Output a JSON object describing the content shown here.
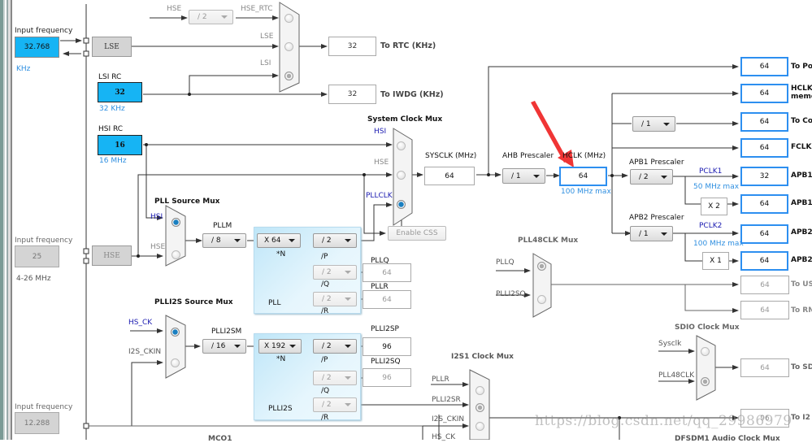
{
  "left_panel": {
    "lse_input": {
      "label": "Input frequency",
      "value": "32.768",
      "unit": "KHz"
    },
    "hse_input": {
      "label": "Input frequency",
      "value": "25",
      "range": "4-26 MHz"
    },
    "i2s_input": {
      "label": "Input frequency",
      "value": "12.288"
    }
  },
  "sources": {
    "lse": "LSE",
    "hse": "HSE",
    "lsi": {
      "title": "LSI RC",
      "value": "32",
      "unit": "32 KHz"
    },
    "hsi": {
      "title": "HSI RC",
      "value": "16",
      "unit": "16 MHz"
    }
  },
  "rtc": {
    "hse_label": "HSE",
    "div_value": "/ 2",
    "hse_rtc_label": "HSE_RTC",
    "lse_label": "LSE",
    "lsi_label": "LSI",
    "rtc_value": "32",
    "rtc_label": "To RTC (KHz)",
    "iwdg_value": "32",
    "iwdg_label": "To IWDG (KHz)"
  },
  "pll_source_mux": {
    "title": "PLL Source Mux",
    "inputs": [
      "HSI",
      "HSE"
    ],
    "selected": "HSI"
  },
  "pll": {
    "m_label": "PLLM",
    "m_value": "/ 8",
    "n_value": "X 64",
    "n_label": "*N",
    "p_value": "/ 2",
    "p_label": "/P",
    "q_value": "/ 2",
    "q_label": "/Q",
    "r_value": "/ 2",
    "r_label": "/R",
    "title": "PLL",
    "pllq_label": "PLLQ",
    "pllq_value": "64",
    "pllr_label": "PLLR",
    "pllr_value": "64"
  },
  "system_clock_mux": {
    "title": "System Clock Mux",
    "inputs": [
      "HSI",
      "HSE",
      "PLLCLK"
    ],
    "selected": "PLLCLK",
    "enable_css": "Enable CSS",
    "sysclk_label": "SYSCLK (MHz)",
    "sysclk_value": "64"
  },
  "ahb": {
    "prescaler_label": "AHB Prescaler",
    "prescaler_value": "/ 1",
    "hclk_label": "HCLK (MHz)",
    "hclk_value": "64",
    "hclk_max": "100 MHz max"
  },
  "cortex_div": "/ 1",
  "apb1": {
    "label": "APB1 Prescaler",
    "value": "/ 2",
    "pclk_label": "PCLK1",
    "max": "50 MHz max",
    "timer_mult": "X 2"
  },
  "apb2": {
    "label": "APB2 Prescaler",
    "value": "/ 1",
    "pclk_label": "PCLK2",
    "max": "100 MHz max",
    "timer_mult": "X 1"
  },
  "outputs": [
    {
      "value": "64",
      "label": "To Po"
    },
    {
      "value": "64",
      "label": "HCLK",
      "label2": "memo"
    },
    {
      "value": "64",
      "label": "To Co"
    },
    {
      "value": "64",
      "label": "FCLK"
    },
    {
      "value": "32",
      "label": "APB1"
    },
    {
      "value": "64",
      "label": "APB1"
    },
    {
      "value": "64",
      "label": "APB2"
    },
    {
      "value": "64",
      "label": "APB2"
    }
  ],
  "pll48clk_mux": {
    "title": "PLL48CLK Mux",
    "inputs": [
      "PLLQ",
      "PLLI2SQ"
    ],
    "selected": "PLLQ"
  },
  "usb": {
    "value": "64",
    "label": "To US"
  },
  "rng": {
    "value": "64",
    "label": "To RN"
  },
  "sdio_mux": {
    "title": "SDIO Clock Mux",
    "inputs": [
      "Sysclk",
      "PLL48CLK"
    ],
    "selected": "PLL48CLK",
    "value": "64",
    "label": "To SD"
  },
  "plli2s_source_mux": {
    "title": "PLLI2S Source Mux",
    "inputs": [
      "HS_CK",
      "I2S_CKIN"
    ],
    "selected": "HS_CK"
  },
  "plli2s": {
    "m_label": "PLLI2SM",
    "m_value": "/ 16",
    "n_value": "X 192",
    "n_label": "*N",
    "p_value": "/ 2",
    "p_label": "/P",
    "q_value": "/ 2",
    "q_label": "/Q",
    "r_value": "/ 2",
    "r_label": "/R",
    "title": "PLLI2S",
    "p_out_label": "PLLI2SP",
    "p_out_value": "96",
    "q_out_label": "PLLI2SQ",
    "q_out_value": "96"
  },
  "i2s1_mux": {
    "title": "I2S1 Clock Mux",
    "inputs": [
      "PLLR",
      "PLLI2SR",
      "I2S_CKIN",
      "HS_CK"
    ],
    "selected": "PLLI2SR",
    "value": "96",
    "label": "To I2"
  },
  "bottom_partial": {
    "mco1": "MCO1",
    "dfsdm": "DFSDM1 Audio Clock Mux"
  },
  "watermark": "https://blog.csdn.net/qq_29986979",
  "colors": {
    "active_border": "#2d8ff0",
    "source_fill": "#16b4f4",
    "annotation_arrow": "#f03030"
  }
}
